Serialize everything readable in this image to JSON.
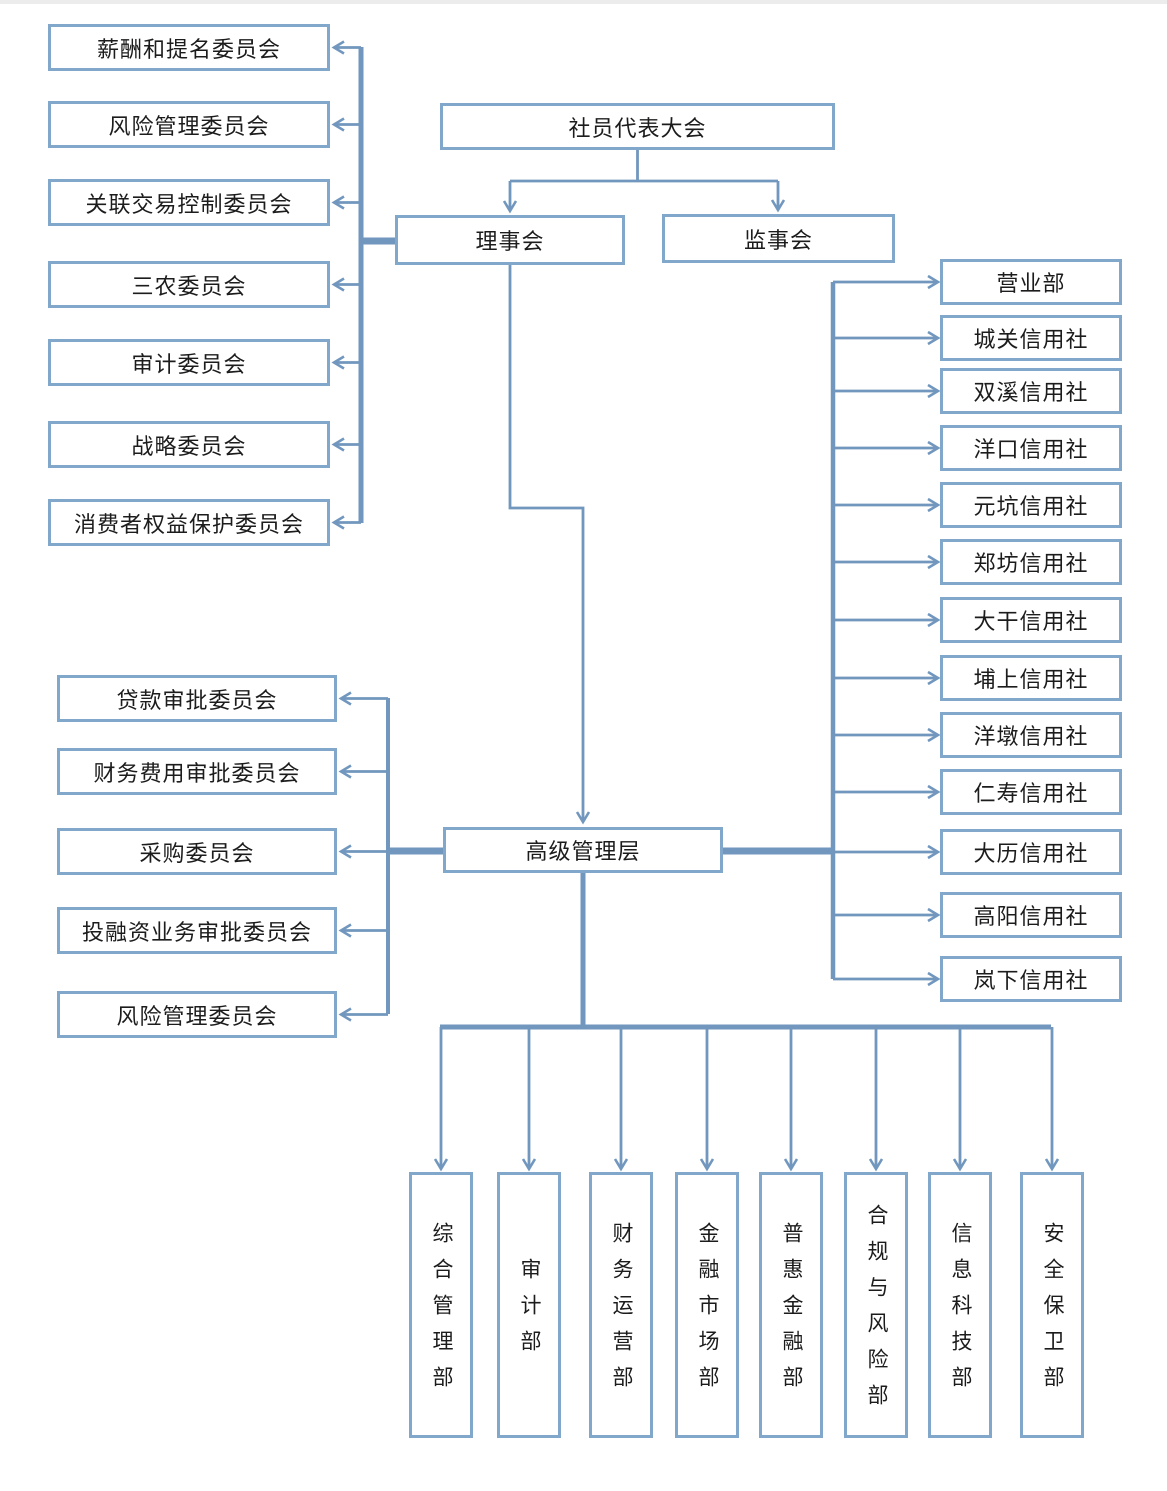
{
  "diagram_type": "org-chart",
  "colors": {
    "line": "#7297be",
    "box_border": "#81a7cb",
    "text": "#1c1c1c",
    "background": "#ffffff",
    "top_strip": "#ececec"
  },
  "top": {
    "assembly": "社员代表大会",
    "board": "理事会",
    "supervisory": "监事会",
    "senior_management": "高级管理层"
  },
  "board_committees": [
    "薪酬和提名委员会",
    "风险管理委员会",
    "关联交易控制委员会",
    "三农委员会",
    "审计委员会",
    "战略委员会",
    "消费者权益保护委员会"
  ],
  "management_committees": [
    "贷款审批委员会",
    "财务费用审批委员会",
    "采购委员会",
    "投融资业务审批委员会",
    "风险管理委员会"
  ],
  "branches": [
    "营业部",
    "城关信用社",
    "双溪信用社",
    "洋口信用社",
    "元坑信用社",
    "郑坊信用社",
    "大干信用社",
    "埔上信用社",
    "洋墩信用社",
    "仁寿信用社",
    "大历信用社",
    "高阳信用社",
    "岚下信用社"
  ],
  "departments": [
    "综合管理部",
    "审计部",
    "财务运营部",
    "金融市场部",
    "普惠金融部",
    "合规与风险部",
    "信息科技部",
    "安全保卫部"
  ]
}
